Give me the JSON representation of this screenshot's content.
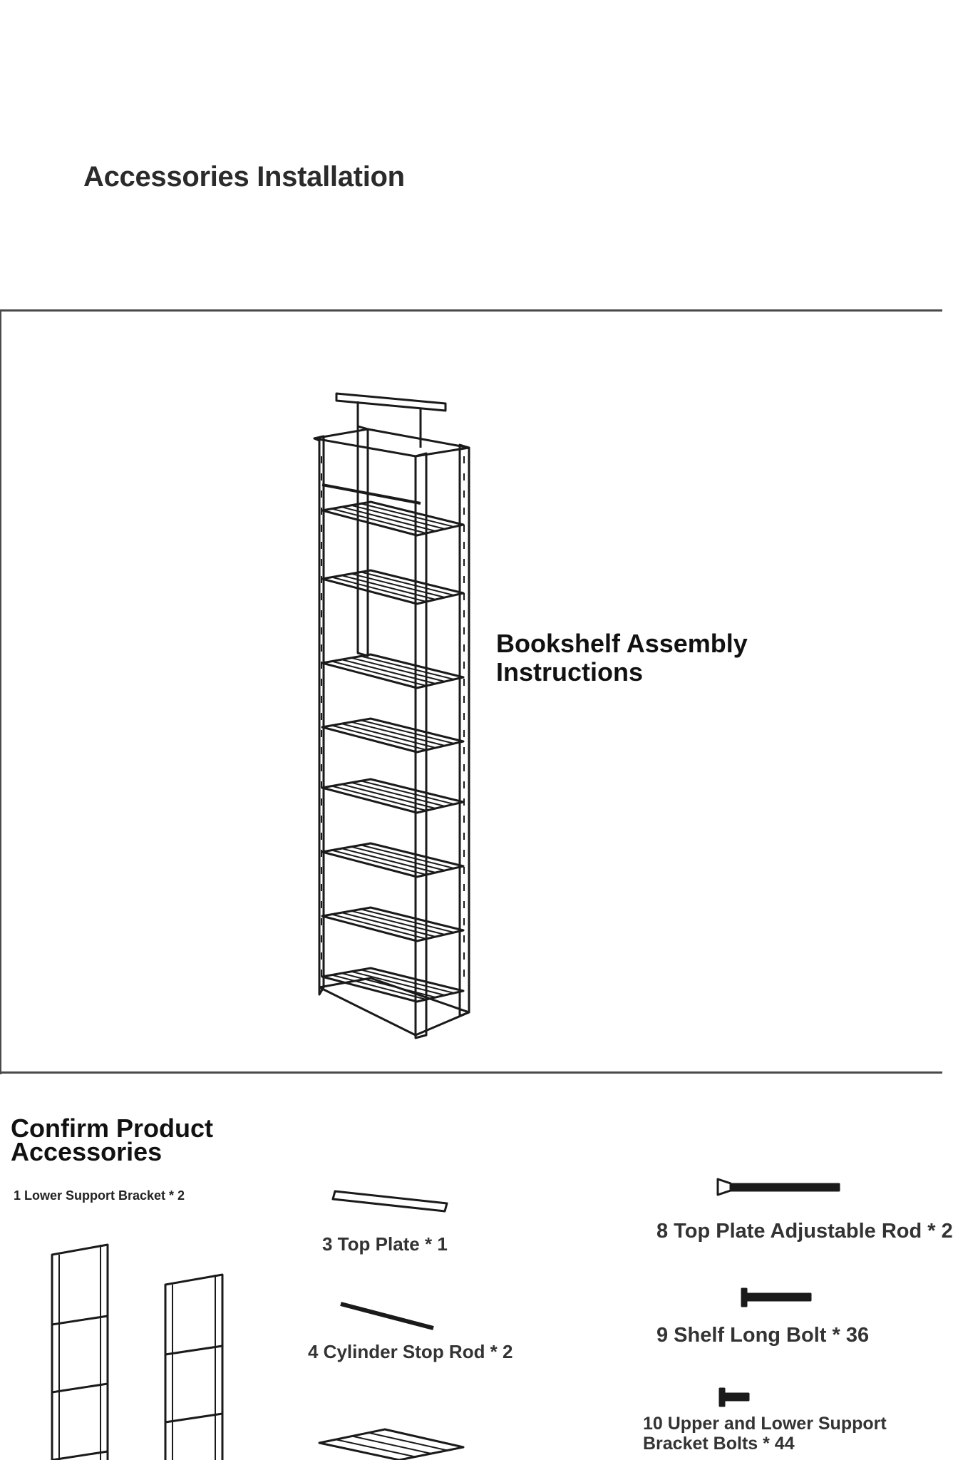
{
  "header": {
    "title": "Accessories Installation"
  },
  "assembly": {
    "title": "Bookshelf Assembly Instructions"
  },
  "accessories": {
    "title": "Confirm Product Accessories",
    "items": [
      {
        "label": "1 Lower Support Bracket * 2"
      },
      {
        "label": "3 Top Plate * 1"
      },
      {
        "label": "4 Cylinder Stop Rod * 2"
      },
      {
        "label": "8 Top Plate Adjustable Rod * 2"
      },
      {
        "label": "9 Shelf Long Bolt * 36"
      },
      {
        "label": "10 Upper and Lower Support Bracket Bolts * 44"
      }
    ]
  },
  "colors": {
    "line": "#4a4a4a",
    "text": "#1a1a1a"
  }
}
